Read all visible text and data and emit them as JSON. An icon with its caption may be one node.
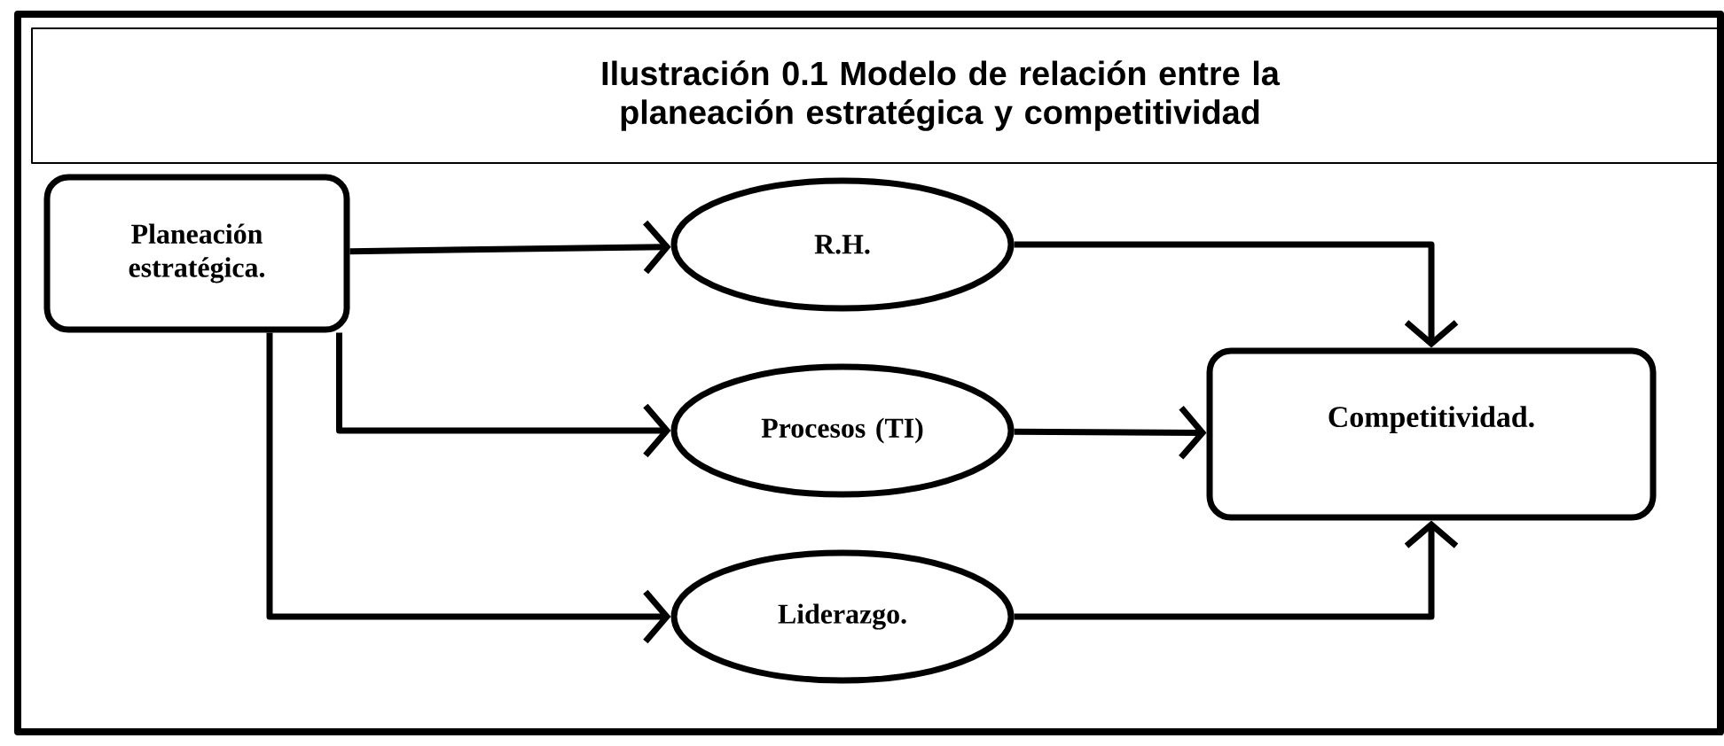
{
  "diagram": {
    "title": "Ilustración 0.1 Modelo de relación entre la planeación estratégica y competitividad",
    "nodes": [
      {
        "text": [
          "Planeación estratégica."
        ]
      },
      {
        "text": [
          "R.H."
        ]
      },
      {
        "text": [
          "Procesos (TI)"
        ]
      },
      {
        "text": [
          "Liderazgo."
        ]
      },
      {
        "text": [
          "Competitividad."
        ]
      }
    ],
    "edges": [
      {
        "from": 0,
        "to": 1,
        "arrow": "to"
      },
      {
        "from": 0,
        "to": 2,
        "arrow": "to"
      },
      {
        "from": 0,
        "to": 3,
        "arrow": "to"
      },
      {
        "from": 1,
        "to": 4,
        "arrow": "to"
      },
      {
        "from": 2,
        "to": 4,
        "arrow": "to"
      },
      {
        "from": 3,
        "to": 4,
        "arrow": "to"
      }
    ]
  }
}
